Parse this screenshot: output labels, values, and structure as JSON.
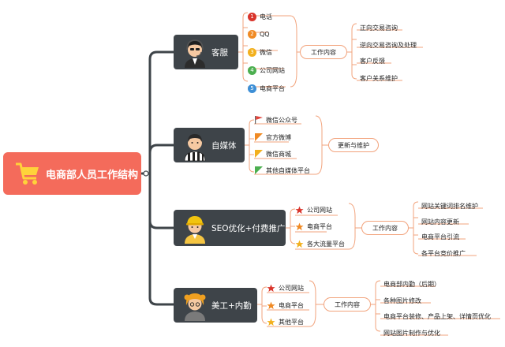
{
  "root": {
    "label": "电商部人员工作结构",
    "icon": "shopping-cart-icon"
  },
  "colors": {
    "root_bg": "#f46b5b",
    "branch_bg": "#3e4449",
    "connector": "#3e4449",
    "leaf_line": "#f2a37c"
  },
  "branches": [
    {
      "label": "客服",
      "avatar": "agent-with-headset-avatar",
      "items": [
        {
          "label": "电话",
          "marker": "1",
          "marker_color": "#d9342b"
        },
        {
          "label": "QQ",
          "marker": "2",
          "marker_color": "#f08a24"
        },
        {
          "label": "微信",
          "marker": "3",
          "marker_color": "#f2b01e"
        },
        {
          "label": "公司网站",
          "marker": "4",
          "marker_color": "#4caf50"
        },
        {
          "label": "电商平台",
          "marker": "5",
          "marker_color": "#3d8fd6"
        }
      ],
      "pill": "工作内容",
      "details": [
        "正向交易咨询",
        "逆向交易咨询及处理",
        "客户反馈",
        "客户关系维护"
      ]
    },
    {
      "label": "自媒体",
      "avatar": "referee-avatar",
      "items": [
        {
          "label": "微信公众号",
          "marker": "flag",
          "marker_color": "#e2433a"
        },
        {
          "label": "官方微博",
          "marker": "flag",
          "marker_color": "#f08a24"
        },
        {
          "label": "微信商城",
          "marker": "flag",
          "marker_color": "#f2b01e"
        },
        {
          "label": "其他自媒体平台",
          "marker": "flag",
          "marker_color": "#4caf50"
        }
      ],
      "pill": "更新与维护",
      "details": []
    },
    {
      "label": "SEO优化+付费推广",
      "avatar": "engineer-avatar",
      "items": [
        {
          "label": "公司网站",
          "marker": "star",
          "marker_color": "#d9342b"
        },
        {
          "label": "电商平台",
          "marker": "star",
          "marker_color": "#f08a24"
        },
        {
          "label": "各大流量平台",
          "marker": "star",
          "marker_color": "#f2b01e"
        }
      ],
      "pill": "工作内容",
      "details": [
        "网站关键词排名维护",
        "网站内容更新",
        "电商平台引流",
        "各平台竞价推广"
      ]
    },
    {
      "label": "美工+内勤",
      "avatar": "designer-girl-avatar",
      "items": [
        {
          "label": "公司网站",
          "marker": "star",
          "marker_color": "#d9342b"
        },
        {
          "label": "电商平台",
          "marker": "star",
          "marker_color": "#f08a24"
        },
        {
          "label": "其他平台",
          "marker": "star",
          "marker_color": "#f2b01e"
        }
      ],
      "pill": "工作内容",
      "details": [
        "电商部内勤（后期）",
        "各种图片修改",
        "电商平台装修、产品上架、详情页优化",
        "网站图片制作与优化"
      ]
    }
  ]
}
